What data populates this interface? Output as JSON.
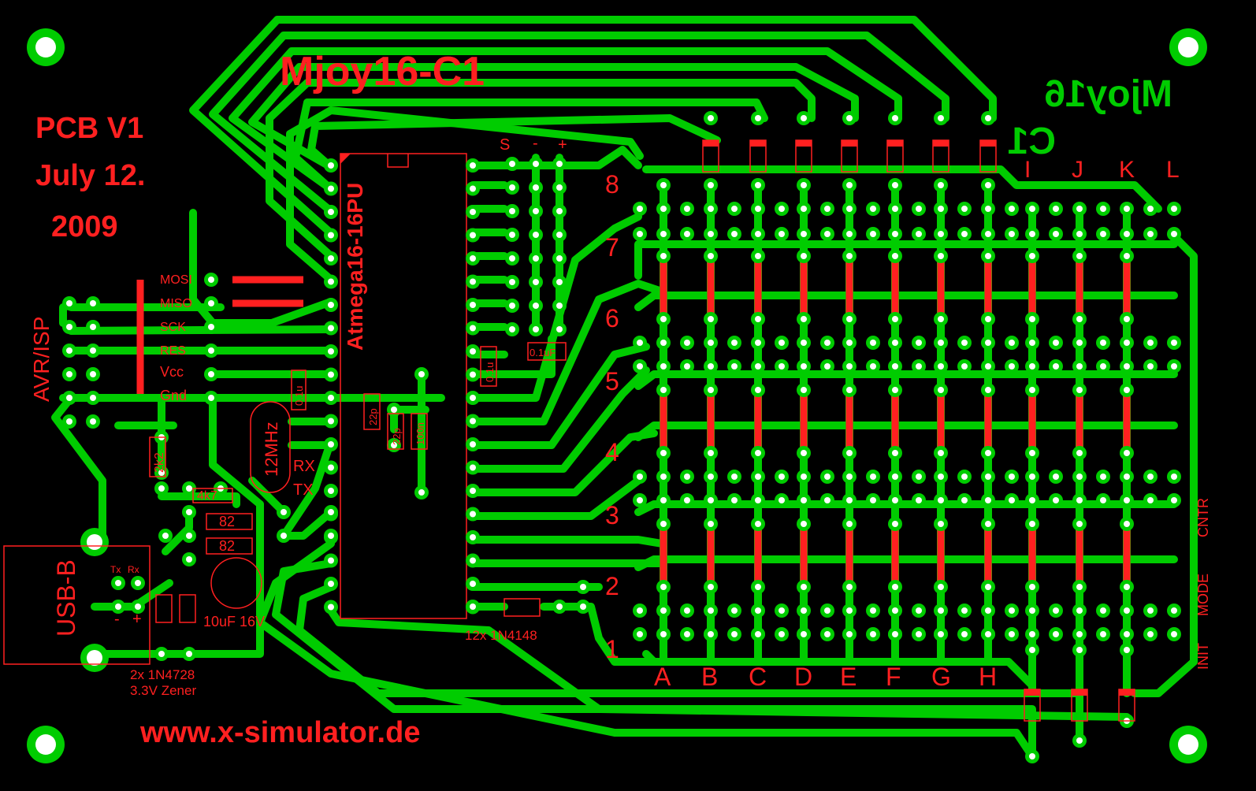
{
  "title": "Mjoy16-C1",
  "copper_title": "Mjoy16",
  "copper_subtitle": "C1",
  "pcb_version": "PCB V1",
  "date": "July 12.",
  "year": "2009",
  "chip": "Atmega16-16PU",
  "website": "www.x-simulator.de",
  "isp": {
    "header_label": "AVR/ISP",
    "pins": [
      "MOSI",
      "MISO",
      "SCK",
      "RES",
      "Vcc",
      "Gnd"
    ]
  },
  "usb_label": "USB-B",
  "crystal": "12MHz",
  "serial": [
    "RX",
    "TX"
  ],
  "resistors": [
    "2k2",
    "4k7",
    "82",
    "82"
  ],
  "caps": [
    "0.1u",
    "22p",
    "22p",
    "100n",
    "0.1u",
    "0.1uF"
  ],
  "electrolytic": "10uF 16V",
  "tx_rx": [
    "Tx",
    "Rx"
  ],
  "polarity": [
    "-",
    "+"
  ],
  "zener_note": [
    "2x 1N4728",
    "3.3V Zener"
  ],
  "diode_note": "12x 1N4148",
  "servo_header": [
    "S",
    "-",
    "+"
  ],
  "rows": [
    "8",
    "7",
    "6",
    "5",
    "4",
    "3",
    "2",
    "1"
  ],
  "columns": [
    "A",
    "B",
    "C",
    "D",
    "E",
    "F",
    "G",
    "H"
  ],
  "extra_columns": [
    "I",
    "J",
    "K",
    "L"
  ],
  "side_labels": [
    "INIT",
    "MODE",
    "CNTR"
  ],
  "colors": {
    "background": "#000000",
    "copper": "#00cc00",
    "silkscreen": "#ff2020",
    "drill": "#ffffff"
  }
}
